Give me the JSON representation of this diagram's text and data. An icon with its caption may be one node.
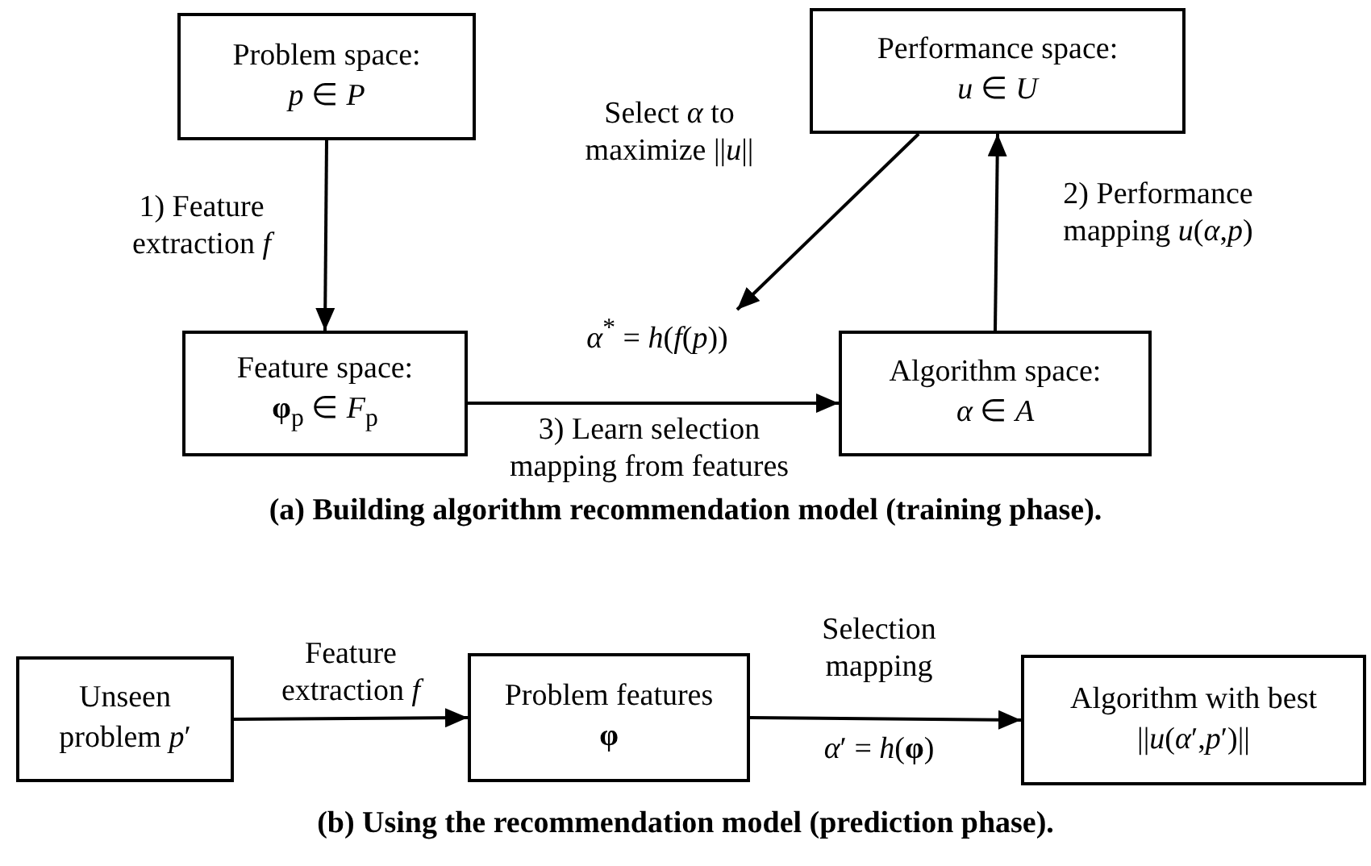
{
  "diagram": {
    "nodes": [
      {
        "text": [
          "Problem space:",
          "*p* ∈ *P*"
        ]
      },
      {
        "text": [
          "Performance space:",
          "*u* ∈ *U*"
        ]
      },
      {
        "text": [
          "Feature space:",
          "**φ**$_{p}$ ∈ *F*$_{p}$"
        ]
      },
      {
        "text": [
          "Algorithm space:",
          "*α* ∈ *A*"
        ]
      },
      {
        "text": [
          "*α*$^{*}$ = *h*(*f*(*p*))"
        ]
      },
      {
        "text": [
          "Unseen problem *p*′"
        ]
      },
      {
        "text": [
          "Problem features **φ**"
        ]
      },
      {
        "text": [
          "Algorithm with best ||*u*(*α*′,*p*′)||"
        ]
      }
    ],
    "edges": [
      {
        "from": 0,
        "to": 2,
        "arrow": "to",
        "label": "1) Feature extraction *f*"
      },
      {
        "from": 3,
        "to": 1,
        "arrow": "to",
        "label": "2) Performance mapping *u*(*α*,*p*)"
      },
      {
        "from": 1,
        "to": 4,
        "arrow": "to",
        "label": "Select *α* to maximize ||*u*||"
      },
      {
        "from": 2,
        "to": 3,
        "arrow": "to",
        "label": "3) Learn selection mapping from features"
      },
      {
        "from": 5,
        "to": 6,
        "arrow": "to",
        "label": "Feature extraction *f*"
      },
      {
        "from": 6,
        "to": 7,
        "arrow": "to",
        "label": "Selection mapping"
      }
    ],
    "labels": [
      "(a) Building algorithm recommendation model (training phase).",
      "*α*′ = *h*(**φ**)",
      "(b) Using the recommendation model (prediction phase)."
    ]
  }
}
